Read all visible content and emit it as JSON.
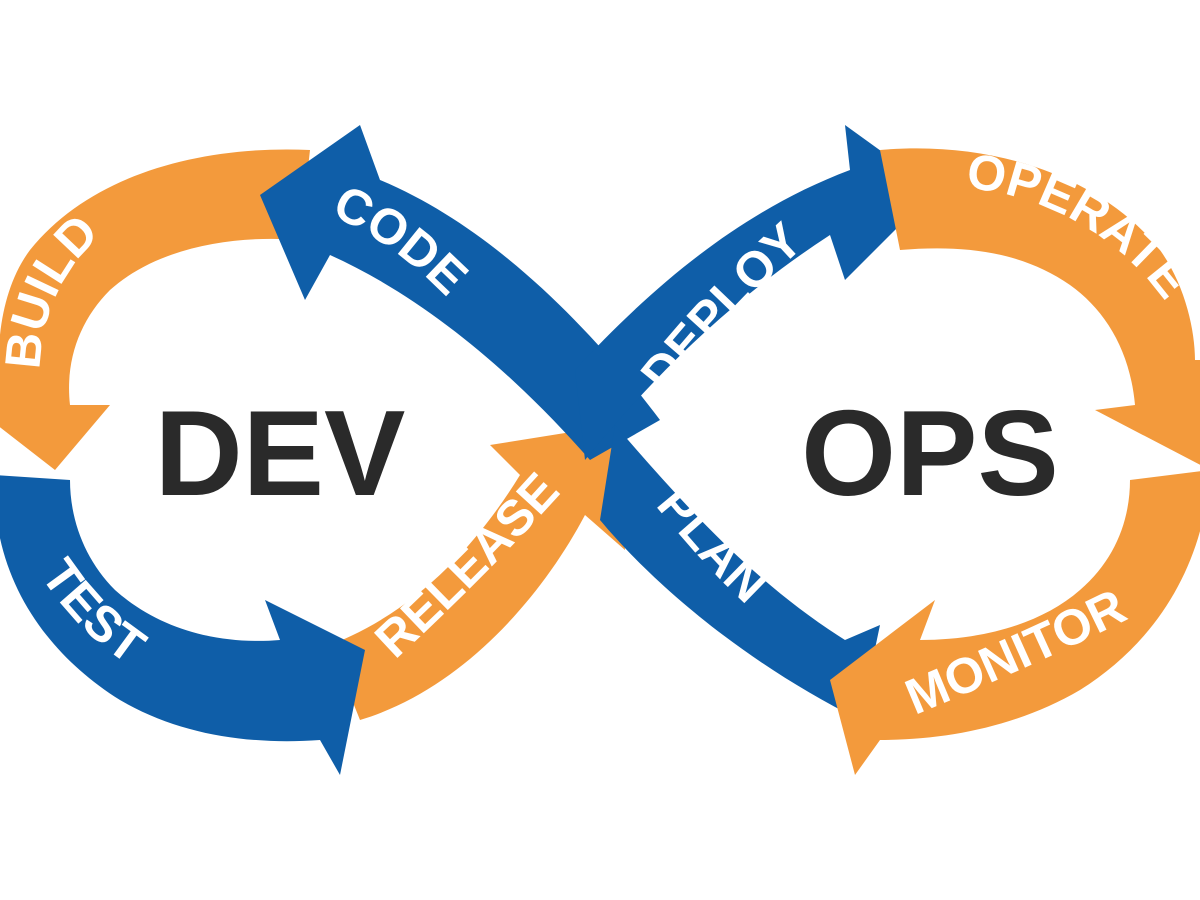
{
  "diagram": {
    "center_left": "DEV",
    "center_right": "OPS",
    "stages": {
      "code": "CODE",
      "build": "BUILD",
      "test": "TEST",
      "release": "RELEASE",
      "deploy": "DEPLOY",
      "operate": "OPERATE",
      "monitor": "MONITOR",
      "plan": "PLAN"
    }
  },
  "colors": {
    "blue": "#0F5EA8",
    "orange": "#F39A3C",
    "text_dark": "#2A2A2A",
    "text_light": "#FFFFFF",
    "background": "#FFFFFF"
  }
}
